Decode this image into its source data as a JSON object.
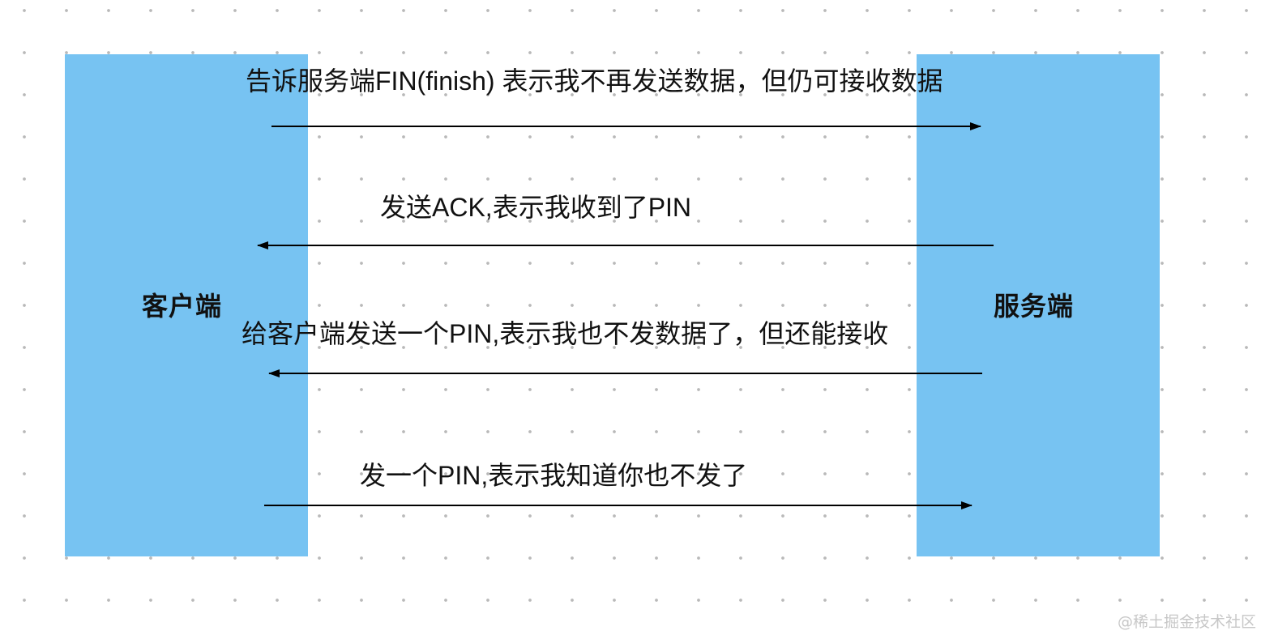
{
  "colors": {
    "panel": "#77c3f2",
    "arrow": "#000000",
    "text": "#111111",
    "grid_dot": "#b9b9b9"
  },
  "entities": {
    "client": "客户端",
    "server": "服务端"
  },
  "messages": [
    {
      "text": "告诉服务端FIN(finish)  表示我不再发送数据，但仍可接收数据",
      "direction": "client-to-server"
    },
    {
      "text": "发送ACK,表示我收到了PIN",
      "direction": "server-to-client"
    },
    {
      "text": "给客户端发送一个PIN,表示我也不发数据了，但还能接收",
      "direction": "server-to-client"
    },
    {
      "text": "发一个PIN,表示我知道你也不发了",
      "direction": "client-to-server"
    }
  ],
  "watermark": "@稀土掘金技术社区"
}
